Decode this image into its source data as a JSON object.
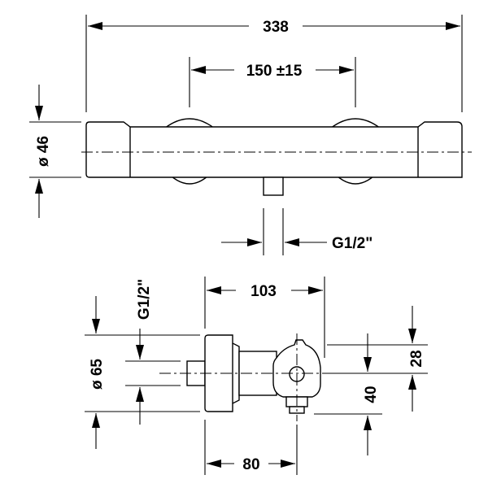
{
  "dimensions": {
    "overall_width": "338",
    "handle_spacing": "150 ±15",
    "body_diameter": "ø 46",
    "outlet_thread_front": "G1/2\"",
    "depth": "103",
    "inlet_thread_side": "G1/2\"",
    "flange_diameter": "ø 65",
    "outlet_height": "28",
    "outlet_offset": "40",
    "wall_to_body": "80"
  }
}
